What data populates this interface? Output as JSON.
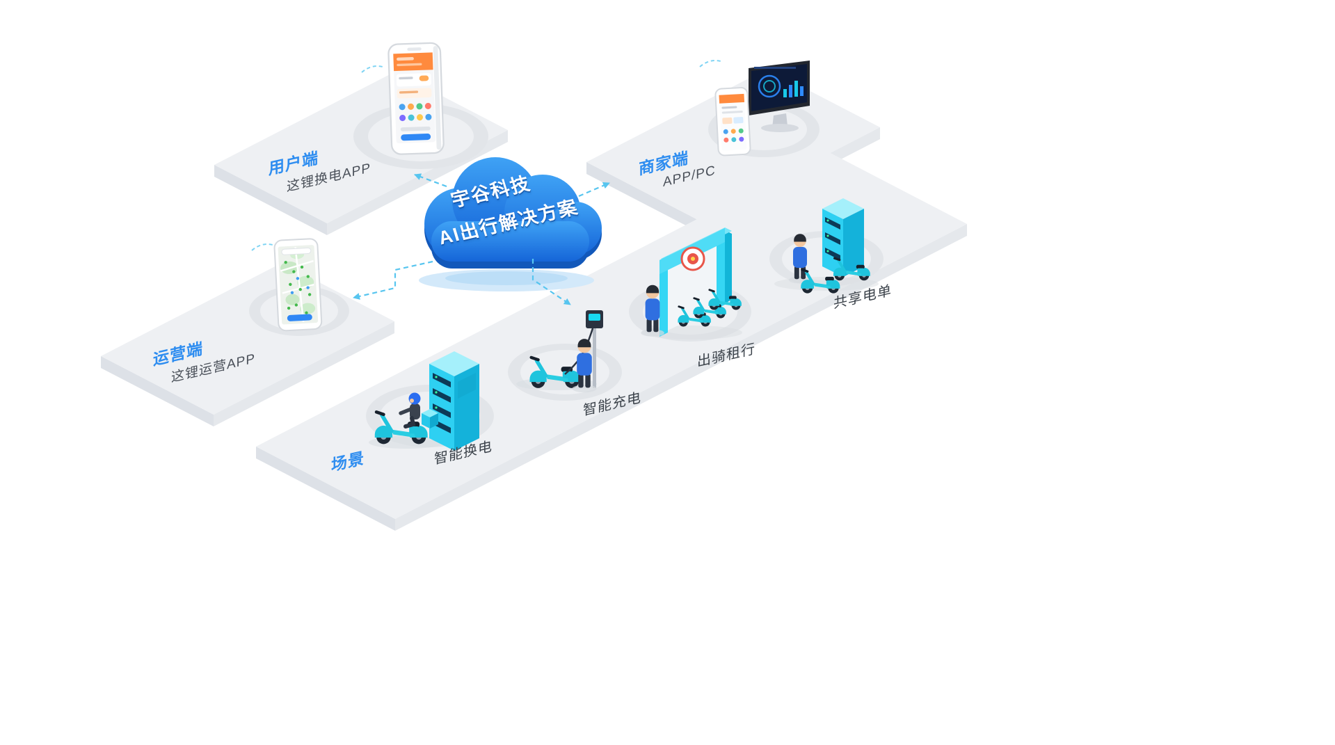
{
  "cloud": {
    "line1": "宇谷科技",
    "line2": "AI出行解决方案"
  },
  "platforms": {
    "user": {
      "name": "用户端",
      "desc": "这锂换电APP"
    },
    "merchant": {
      "name": "商家端",
      "desc": "APP/PC"
    },
    "operator": {
      "name": "运营端",
      "desc": "这锂运营APP"
    },
    "scene": {
      "name": "场景"
    }
  },
  "scenes": [
    {
      "label": "智能换电"
    },
    {
      "label": "智能充电"
    },
    {
      "label": "出骑租行"
    },
    {
      "label": "共享电单"
    }
  ],
  "colors": {
    "label_blue": "#2e8df0",
    "cloud_blue_top": "#3fa2f5",
    "cloud_blue_bottom": "#1565d8",
    "device_cyan": "#2ed0f2",
    "arrow_blue": "#57c5ef",
    "platform_gray": "#eef0f3"
  }
}
